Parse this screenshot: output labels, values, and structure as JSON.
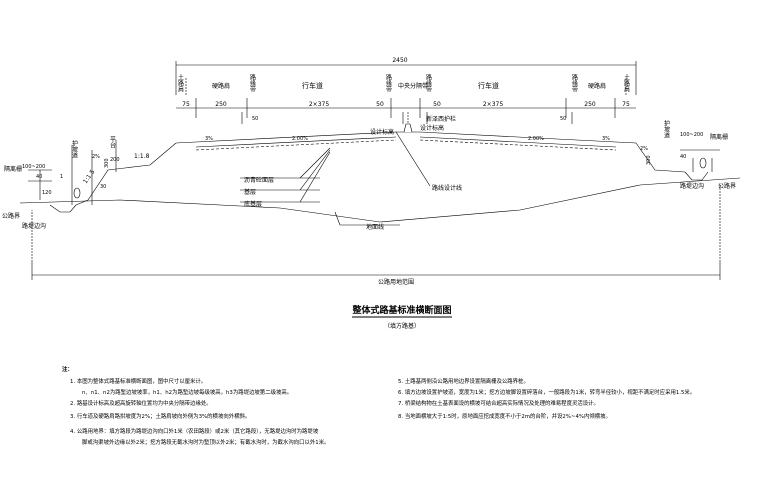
{
  "dims": {
    "total": "2450",
    "d75": "75",
    "d250": "250",
    "d2x375": "2×375",
    "d50": "50",
    "d50s": "50",
    "median_tick": "50",
    "d100_200": "100~200",
    "d40": "40",
    "d120": "120",
    "d30": "30",
    "d200": "200",
    "d300": "300",
    "d1": "1"
  },
  "top_labels": {
    "left_earth_shoulder": "土路肩",
    "left_hard_shoulder": "硬路肩",
    "left_edge_strip": "路缘带",
    "left_lanes": "行车道",
    "median_left_strip": "路缘带",
    "median": "中央分隔带",
    "median_right_strip": "路缘带",
    "right_lanes": "行车道",
    "right_edge_strip": "路缘带",
    "right_hard_shoulder": "硬路肩",
    "right_earth_shoulder": "土路肩"
  },
  "labels": {
    "protect_road_left": "护坡道",
    "protect_road_right": "护坡道",
    "platform": "平台",
    "fence_left": "隔离栅",
    "fence_right": "隔离栅",
    "boundary_left": "公路界",
    "boundary_right": "公路界",
    "ditch_left": "路堤边沟",
    "ditch_right": "路堤边沟",
    "slope_18": "1:1.8",
    "slope_15": "1:1.5",
    "slope_15b": "1:1.5",
    "slope_2pct_l": "2.00%",
    "slope_2pct_r": "2.00%",
    "pct3_l": "3%",
    "pct3_r": "3%",
    "pct2_l": "2%",
    "pct2_r": "2%",
    "design_elev_l": "设计标高",
    "design_elev_r": "设计标高",
    "guardrail": "新泽西护栏",
    "asphalt": "沥青砼面层",
    "base": "基层",
    "subbase": "底基层",
    "route_line": "路线设计线",
    "ground_line": "地面线",
    "land_line": "公路用地范围"
  },
  "title": "整体式路基标准横断面图",
  "subtitle": "（填方路基）",
  "notes": {
    "head": "注：",
    "n1": "1. 本图为整体式路基标准横断面图，图中尺寸以厘米计。",
    "n1b": "n、n1、n2为路堑边坡坡率，h1、h2为路堑边坡每级坡高，h3为路堤边坡第二级坡高。",
    "n2": "2. 路基设计标高及超高旋转轴位置均为中央分隔带边缘处。",
    "n3": "3. 行车道及硬路肩路拱坡度为2%；土路肩坡向外侧为3%的横坡向外横斜。",
    "n4": "4. 公路用地界：填方路段为路堤边沟向口外1米（农田路段）或2米（其它路段），无路堤边沟时为路堤坡",
    "n4b": "脚或沟渠坡外边缘以外2米；挖方路段无截水沟时为堑顶以外2米；有截水沟时，为截水沟向口以外1米。",
    "n5": "5. 土路基两侧沿公路用地边界设置隔离栅及公路界桩。",
    "n6": "6. 填方边坡设置护坡道，宽度为1米；挖方边坡脚设置碎落台，一般路段为1米，转弯半径较小，视距不满足时应采用1.5米。",
    "n7": "7. 桥梁结构物在土基表面设的横坡可结合超高实际情况及处理的难易程度灵活设计。",
    "n8": "8. 当地面横坡大于1:5时，原地面应挖成宽度不小于2m的台阶，并设2%~4%内倾横坡。"
  }
}
